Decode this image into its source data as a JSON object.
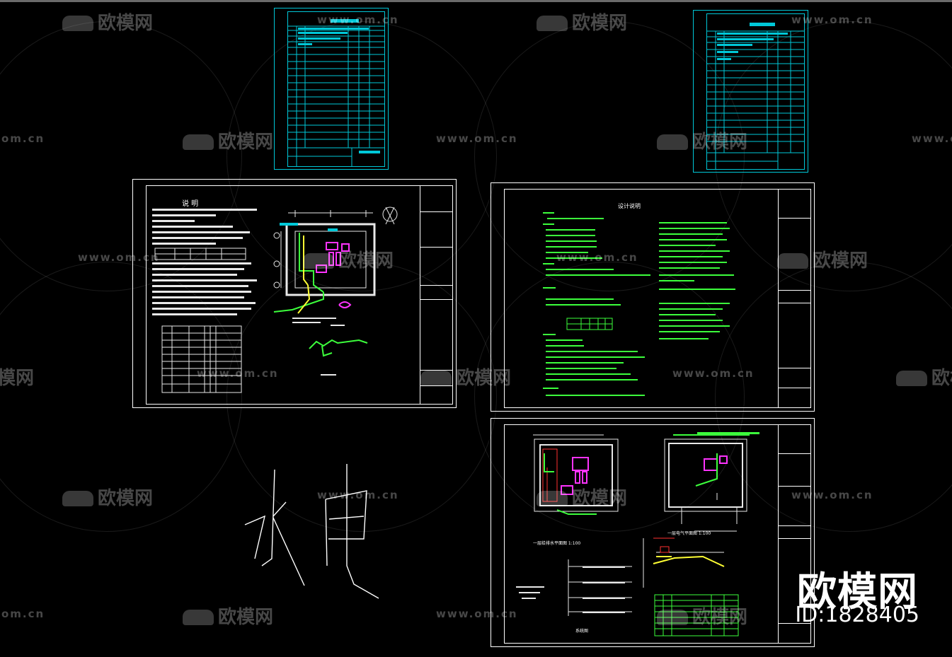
{
  "watermark": {
    "url": "www.om.cn",
    "url_partial": "om.cn",
    "logo": "欧模网",
    "logo_partial": "模网",
    "logo_icon": "sofa-logo-icon"
  },
  "brand": {
    "name": "欧模网",
    "id": "ID:1828405"
  },
  "handwriting": {
    "text": "水电"
  },
  "sheets": {
    "sheet_1": {
      "heading": "说  明"
    },
    "sheet_4": {
      "heading": "设计说明"
    },
    "sheet_5": {
      "plan_title": "一层给排水平面图 1:100",
      "plan_title_2": "一层电气平面图 1:100",
      "system_title": "系统图"
    }
  },
  "colors": {
    "background": "#000000",
    "sheet_border": "#ffffff",
    "index_sheet": "#00c8d8",
    "water_lines": "#3cff3c",
    "equipment": "#ff33ff",
    "power": "#ffff33",
    "drainage": "#ff3030"
  }
}
